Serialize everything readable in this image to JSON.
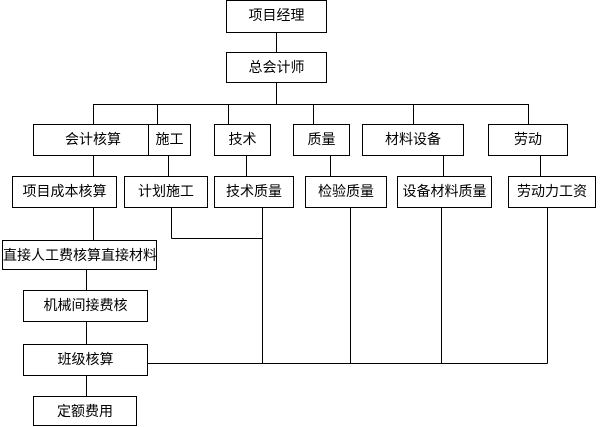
{
  "diagram": {
    "nodes": {
      "project_manager": "项目经理",
      "chief_accountant": "总会计师",
      "accounting": "会计核算",
      "construction": "施工",
      "technology": "技术",
      "quality": "质量",
      "materials_equipment": "材料设备",
      "labor": "劳动",
      "project_cost_accounting": "项目成本核算",
      "construction_planning": "计划施工",
      "technical_quality": "技术质量",
      "inspection_quality": "检验质量",
      "equipment_material_quality": "设备材料质量",
      "labor_wage": "劳动力工资",
      "direct_labor_cost": "直接人工费核算直接材料",
      "machinery_indirect_cost": "机械间接费核",
      "team_accounting": "班级核算",
      "quota_cost": "定额费用"
    }
  }
}
